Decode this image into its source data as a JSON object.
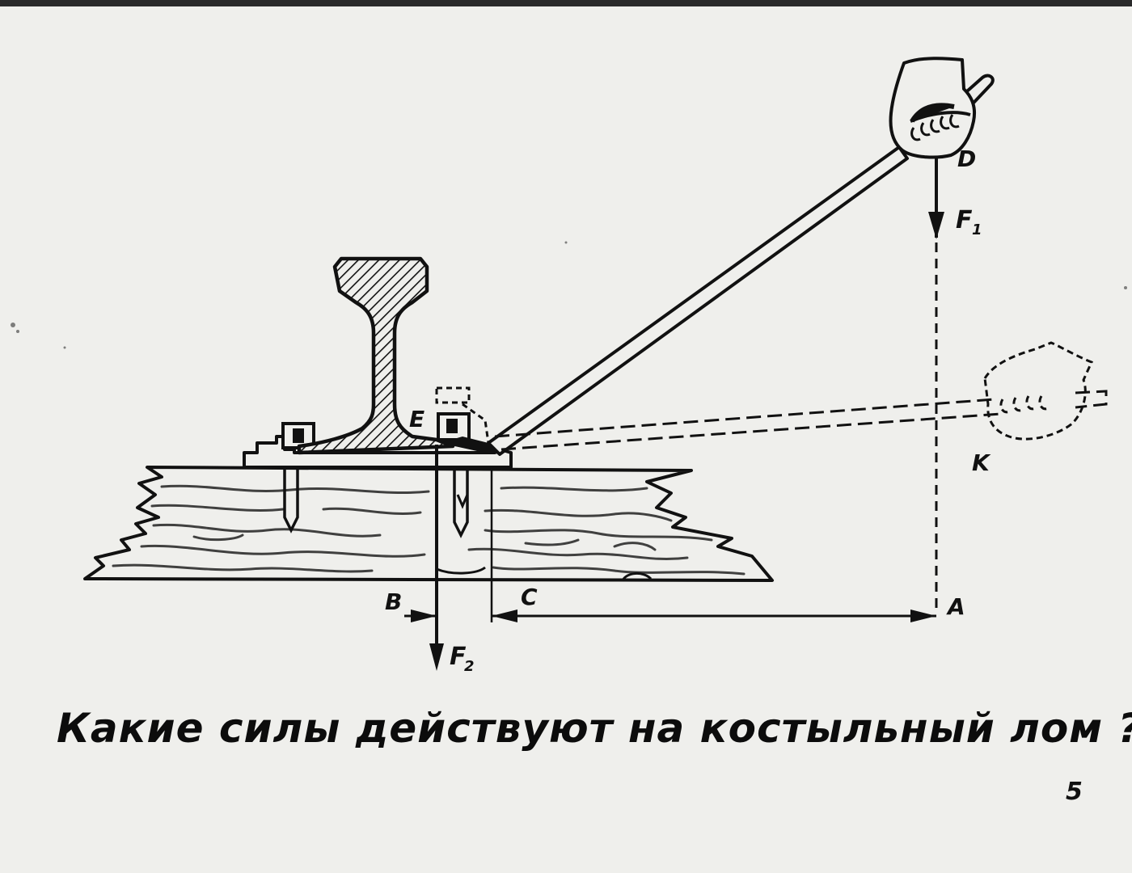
{
  "caption": "Какие силы действуют на костыльный лом ?",
  "page_number": "5",
  "labels": {
    "D": "D",
    "F1": "F",
    "F1_sub": "1",
    "E": "E",
    "K": "K",
    "A": "A",
    "B": "B",
    "C": "C",
    "F2": "F",
    "F2_sub": "2"
  }
}
